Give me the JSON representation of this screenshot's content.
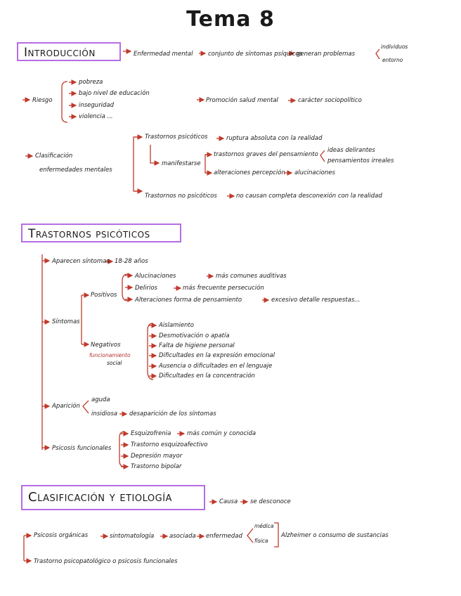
{
  "title": "Tema 8",
  "sections": {
    "intro": {
      "heading": "Introducción",
      "line1": "Enfermedad mental",
      "line2": "conjunto de síntomas psíquicos",
      "line3": "generan problemas",
      "branch_a": "individuos",
      "branch_b": "entorno"
    },
    "riesgo": {
      "label": "Riesgo",
      "items": [
        "pobreza",
        "bajo nivel de educación",
        "inseguridad",
        "violencia ..."
      ],
      "promo_a": "Promoción salud mental",
      "promo_b": "carácter sociopolítico"
    },
    "clasificacion": {
      "label_a": "Clasificación",
      "label_b": "enfermedades mentales",
      "psic": "Trastornos psicóticos",
      "psic_desc": "ruptura absoluta con la realidad",
      "manifest": "manifestarse",
      "graves": "trastornos graves del pensamiento",
      "graves_a": "ideas delirantes",
      "graves_b": "pensamientos irreales",
      "percep": "alteraciones percepción",
      "percep_b": "alucinaciones",
      "nopsic": "Trastornos no psicóticos",
      "nopsic_desc": "no causan completa desconexión con la realidad"
    },
    "psicoticos": {
      "heading": "Trastornos psicóticos",
      "aparecen": "Aparecen síntomas",
      "edad": "18-28 años",
      "sintomas": "Síntomas",
      "positivos": "Positivos",
      "pos_items": [
        {
          "a": "Alucinaciones",
          "b": "más comunes auditivas"
        },
        {
          "a": "Delirios",
          "b": "más frecuente persecución"
        },
        {
          "a": "Alteraciones forma de pensamiento",
          "b": "excesivo detalle respuestas..."
        }
      ],
      "negativos": "Negativos",
      "neg_sub_a": "funcionamiento",
      "neg_sub_b": "social",
      "neg_items": [
        "Aislamiento",
        "Desmotivación o apatía",
        "Falta de higiene personal",
        "Dificultades en la expresión emocional",
        "Ausencia o dificultades en el lenguaje",
        "Dificultades en la concentración"
      ],
      "aparicion": "Aparición",
      "aguda": "aguda",
      "insidiosa": "insidiosa",
      "insidiosa_b": "desaparición de los síntomas",
      "funcionales": "Psicosis funcionales",
      "func_items": [
        {
          "a": "Esquizofrenia",
          "b": "más común y conocida"
        },
        {
          "a": "Trastorno esquizoafectivo",
          "b": ""
        },
        {
          "a": "Depresión mayor",
          "b": ""
        },
        {
          "a": "Trastorno bipolar",
          "b": ""
        }
      ]
    },
    "etiologia": {
      "heading": "Clasificación y etiología",
      "causa": "Causa",
      "causa_b": "se desconoce",
      "organicas": "Psicosis orgánicas",
      "sintomat": "sintomatología",
      "asociada": "asociada",
      "enfermedad": "enfermedad",
      "medica": "médica",
      "fisica": "física",
      "alz": "Alzheimer o consumo de sustancias",
      "funcional": "Trastorno psicopatológico o psicosis funcionales"
    }
  },
  "colors": {
    "accent_box": "#b56de3",
    "arrow": "#c0392b"
  }
}
